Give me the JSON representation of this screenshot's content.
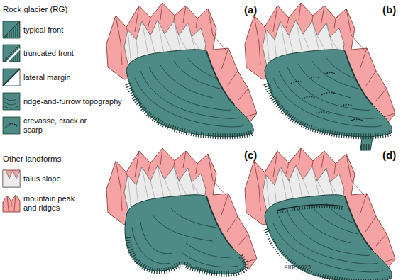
{
  "diagram": {
    "labels": [
      "(a)",
      "(b)",
      "(c)",
      "(d)",
      "Rock glacier (RG)",
      "Other landforms",
      "AKP 2023"
    ],
    "legend": [
      {
        "text": "typical front"
      },
      {
        "text": "truncated front"
      },
      {
        "text": "lateral margin"
      },
      {
        "text": "ridge-and-furrow topography"
      },
      {
        "text": "crevasse, crack or scarp"
      },
      {
        "text": "talus slope"
      },
      {
        "text": "mountain peak and ridges"
      }
    ]
  }
}
